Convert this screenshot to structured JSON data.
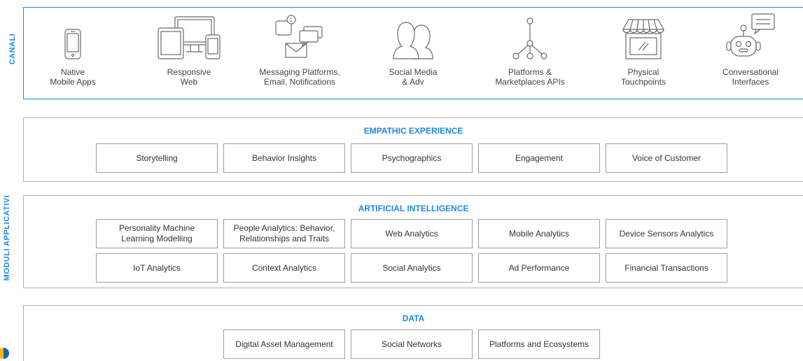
{
  "labels": {
    "canali": "CANALI",
    "moduli": "MODULI APPLICATIVI"
  },
  "channels": [
    {
      "label": "Native\nMobile Apps",
      "icon": "smartphone-icon"
    },
    {
      "label": "Responsive\nWeb",
      "icon": "responsive-devices-icon"
    },
    {
      "label": "Messaging Platforms,\nEmail, Notifications",
      "icon": "messaging-icon",
      "badge": "1"
    },
    {
      "label": "Social Media\n& Adv",
      "icon": "people-icon"
    },
    {
      "label": "Platforms &\nMarketplaces APIs",
      "icon": "network-tree-icon"
    },
    {
      "label": "Physical\nTouchpoints",
      "icon": "storefront-icon"
    },
    {
      "label": "Conversational\nInterfaces",
      "icon": "chatbot-icon"
    }
  ],
  "empathic": {
    "title": "EMPATHIC EXPERIENCE",
    "items": [
      "Storytelling",
      "Behavior Insights",
      "Psychographics",
      "Engagement",
      "Voice of Customer"
    ]
  },
  "ai": {
    "title": "ARTIFICIAL INTELLIGENCE",
    "row1": [
      "Personality Machine\nLearning Modelling",
      "People Analytics: Behavior,\nRelationships and Traits",
      "Web Analytics",
      "Mobile Analytics",
      "Device Sensors Analytics"
    ],
    "row2": [
      "IoT Analytics",
      "Context Analytics",
      "Social Analytics",
      "Ad Performance",
      "Financial Transactions"
    ]
  },
  "data": {
    "title": "DATA",
    "items": [
      "Digital Asset Management",
      "Social Networks",
      "Platforms and Ecosystems"
    ]
  },
  "colors": {
    "accent": "#1e88e5",
    "border": "#9e9e9e"
  }
}
